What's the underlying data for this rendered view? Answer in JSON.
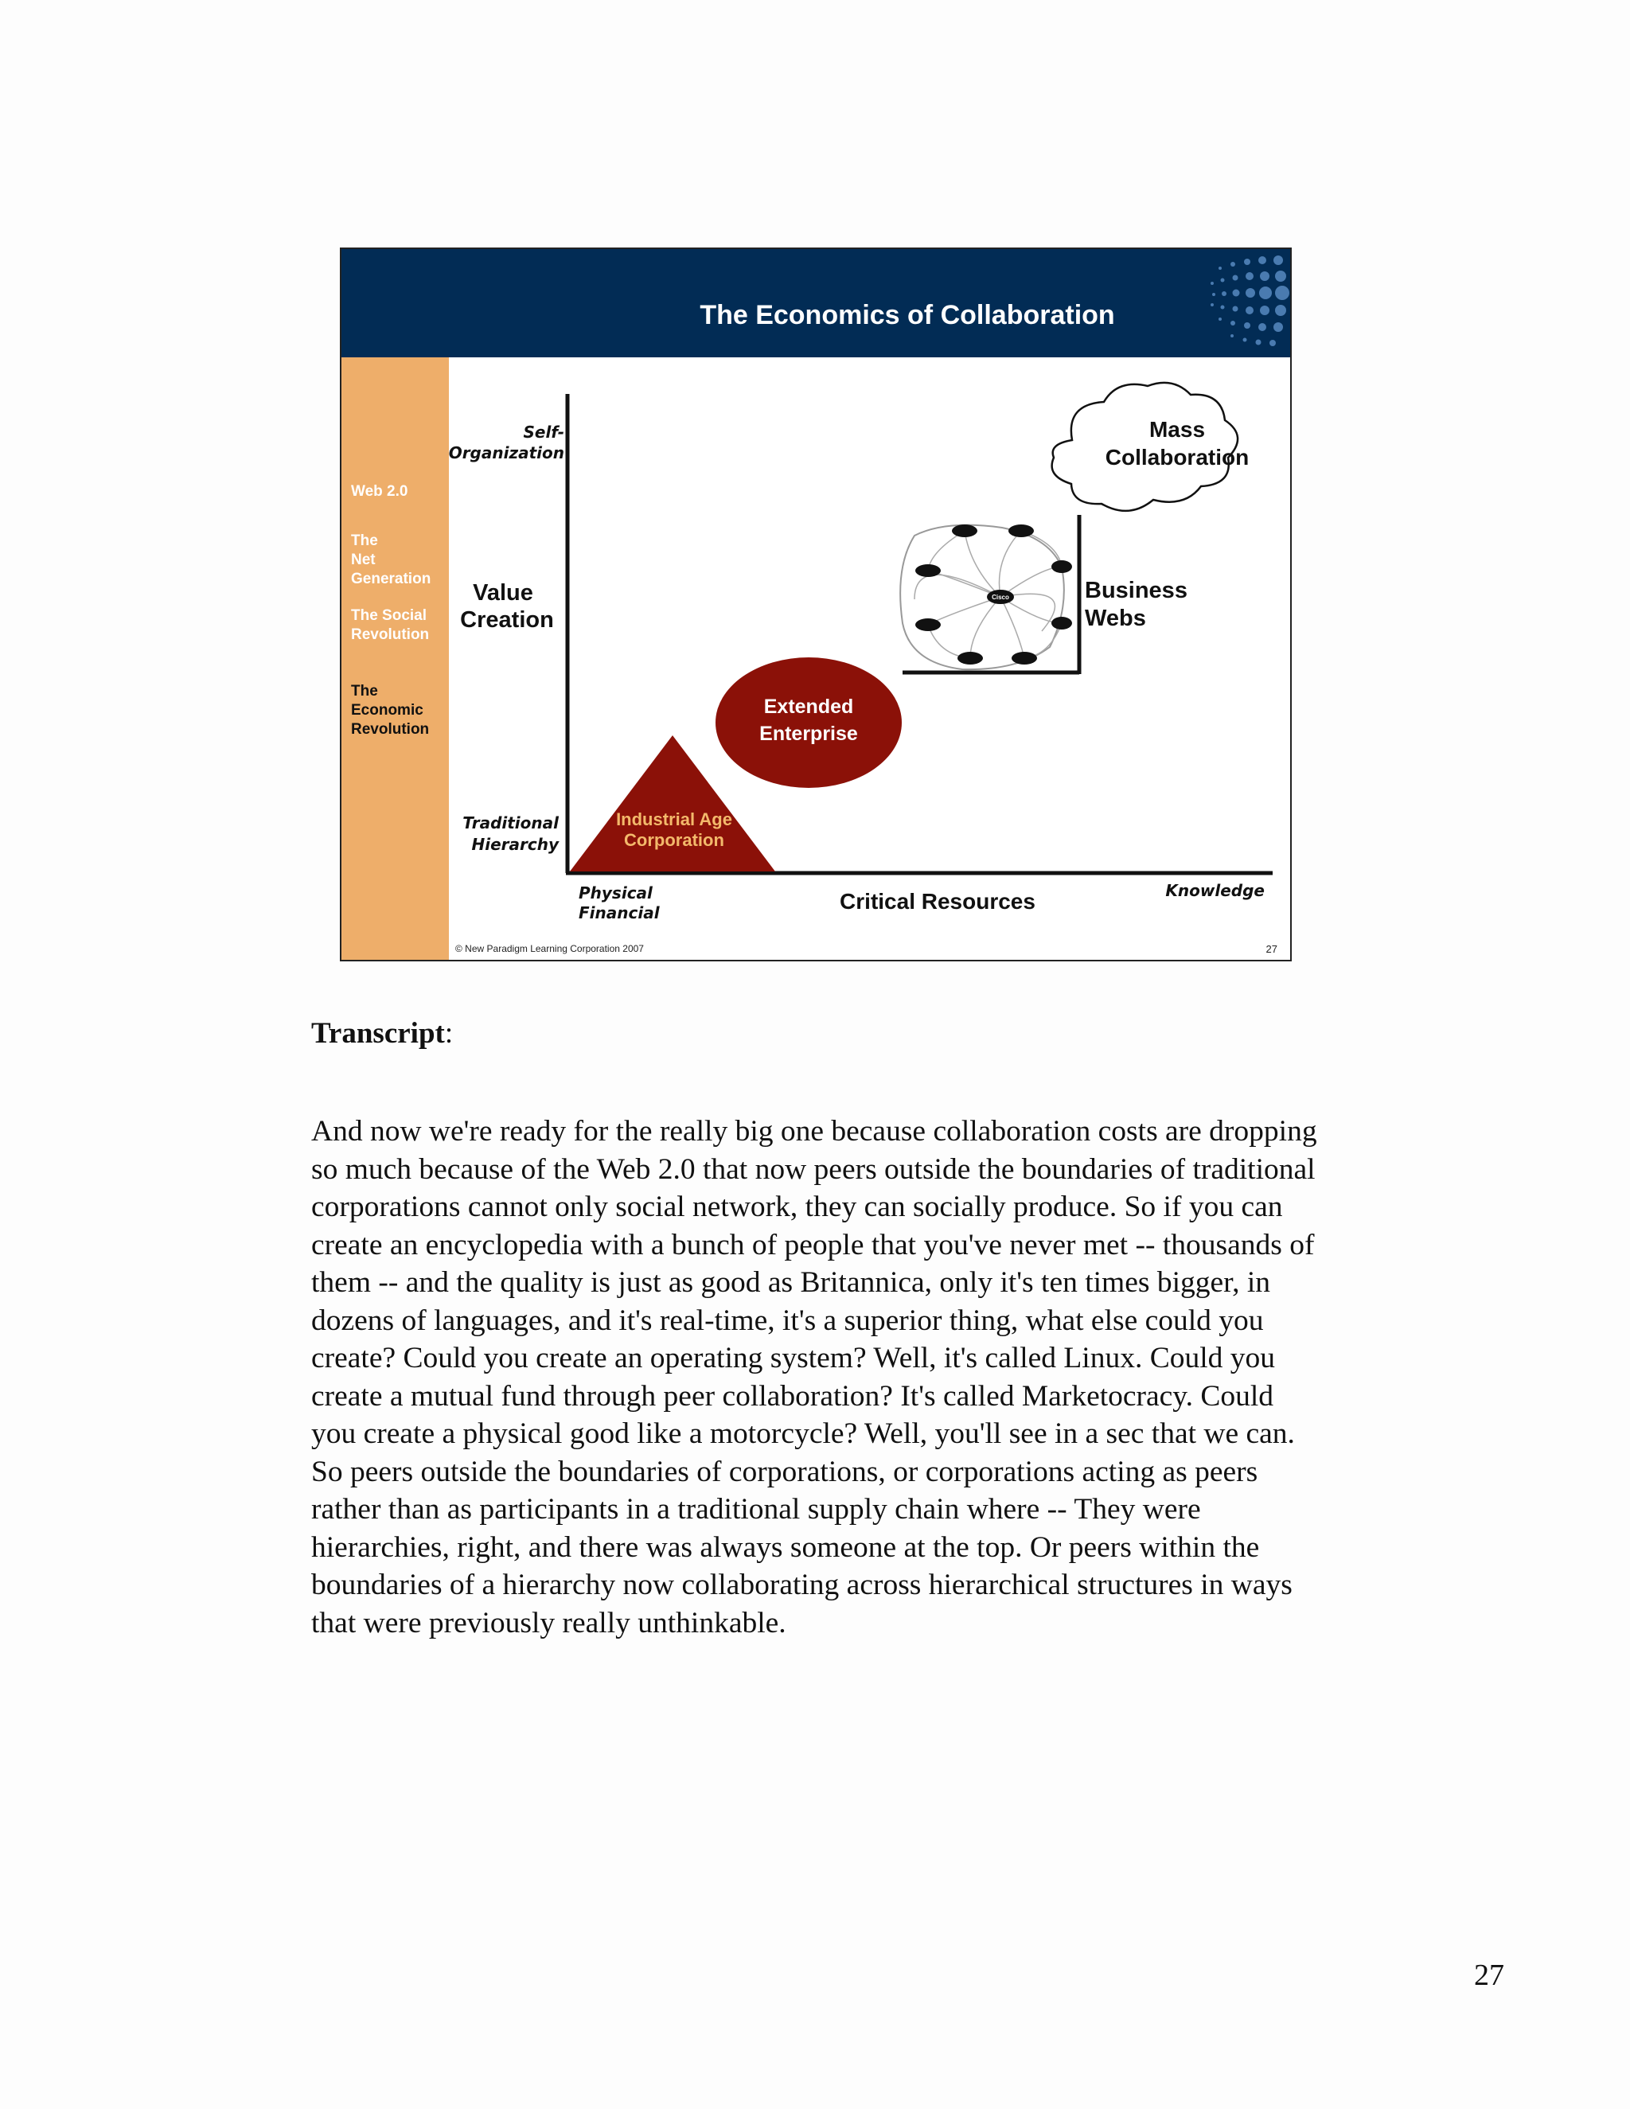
{
  "slide": {
    "title": "The Economics of Collaboration",
    "sidebar_items": [
      {
        "label": "Web 2.0",
        "active": false
      },
      {
        "label": "The\nNet\nGeneration",
        "active": false
      },
      {
        "label": "The Social\nRevolution",
        "active": false
      },
      {
        "label": "The\nEconomic\nRevolution",
        "active": true
      }
    ],
    "diagram": {
      "y_axis_title": [
        "Value",
        "Creation"
      ],
      "y_axis_top": [
        "Self-",
        "Organization"
      ],
      "y_axis_bottom": [
        "Traditional",
        "Hierarchy"
      ],
      "x_axis_title": "Critical Resources",
      "x_axis_left": [
        "Physical",
        "Financial"
      ],
      "x_axis_right": "Knowledge",
      "stages": {
        "industrial": [
          "Industrial Age",
          "Corporation"
        ],
        "extended": [
          "Extended",
          "Enterprise"
        ],
        "business_webs": [
          "Business",
          "Webs"
        ],
        "mass": [
          "Mass",
          "Collaboration"
        ]
      },
      "network_center_label": "Cisco"
    },
    "copyright": "© New Paradigm Learning Corporation 2007",
    "slide_number": "27",
    "colors": {
      "header": "#022c55",
      "sidebar": "#eeae6a",
      "stage": "#8b1108",
      "stage_text": "#f3b96b"
    }
  },
  "transcript": {
    "heading": "Transcript",
    "heading_suffix": ":",
    "body": "And now we're ready for the really big one because collaboration costs are dropping so much because of the Web 2.0 that now peers outside the boundaries of traditional corporations cannot only social network, they can socially produce. So if you can create an encyclopedia with a bunch of people that you've never met -- thousands of them -- and the quality is just as good as Britannica, only it's ten times bigger, in dozens of languages, and it's real-time, it's a superior thing, what else could you create? Could you create an operating system? Well, it's called Linux. Could you create a mutual fund through peer collaboration? It's called Marketocracy. Could you create a physical good like a motorcycle? Well, you'll see in a sec that we can. So peers outside the boundaries of corporations, or corporations acting as peers rather than as participants in a traditional supply chain where -- They were hierarchies, right, and there was always someone at the top. Or peers within the boundaries of a hierarchy now collaborating across hierarchical structures in ways that were previously really unthinkable."
  },
  "page_number": "27"
}
